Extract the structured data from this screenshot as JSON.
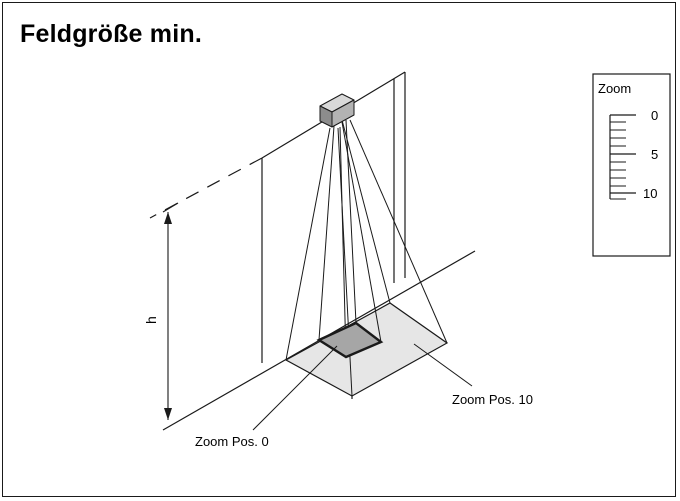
{
  "title": "Feldgröße min.",
  "zoom_box": {
    "title": "Zoom",
    "ticks": [
      "0",
      "5",
      "10"
    ]
  },
  "labels": {
    "height": "h",
    "zoom_pos_0": "Zoom Pos. 0",
    "zoom_pos_10": "Zoom Pos. 10"
  },
  "colors": {
    "line": "#1a1a1a",
    "field_light": "#e6e6e6",
    "field_small": "#a6a6a6",
    "camera": "#b3b3b3"
  }
}
